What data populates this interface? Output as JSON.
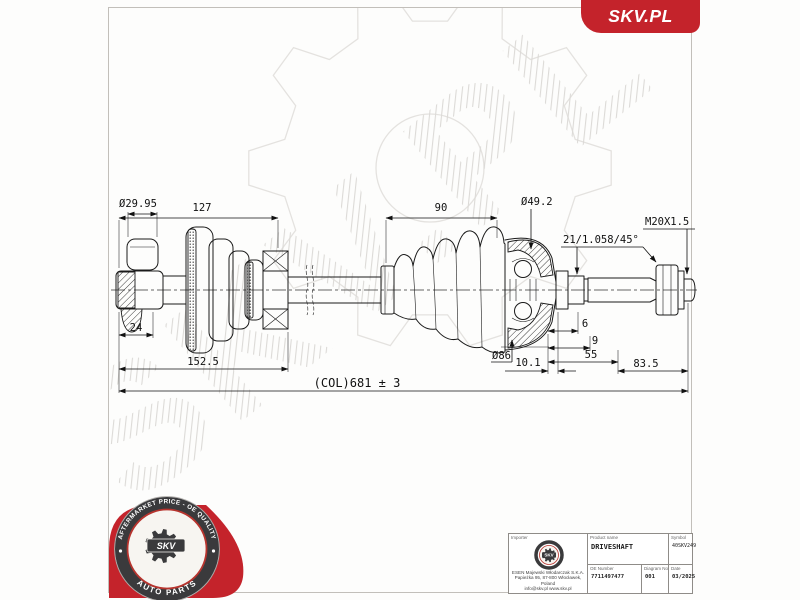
{
  "brand": {
    "badge_text": "SKV.PL"
  },
  "watermark": {
    "text": "SKV.PL"
  },
  "diagram": {
    "part": "driveshaft technical drawing",
    "dimensions": {
      "roller_diameter": "Ø29.95",
      "inner_boot_length": "127",
      "outer_boot_length": "90",
      "joint_diameter": "Ø49.2",
      "thread_spec": "M20X1.5",
      "spline_spec": "21/1.058/45°",
      "stub_length": "24",
      "inner_section_length": "152.5",
      "bell_diameter": "Ø86",
      "gap_length": "10.1",
      "offset_a": "6",
      "offset_b": "9",
      "offset_c": "55",
      "offset_d": "83.5",
      "overall_length": "(COL)681 ± 3"
    }
  },
  "stamp": {
    "arc_top": "AFTERMARKET PRICE - OE QUALITY",
    "arc_bottom": "AUTO PARTS",
    "center": "SKV"
  },
  "title_block": {
    "importer_label": "Importer",
    "address_line1": "ESEN Majewski Włodarczak S.K.A.",
    "address_line2": "Papieżka 95, 87-800 Włocławek, Poland",
    "address_line3": "info@skv.pl  www.skv.pl",
    "product_name_label": "Product name",
    "product_name": "DRIVESHAFT",
    "symbol_label": "Symbol",
    "symbol": "40SKV249",
    "oe_number_label": "OE Number",
    "oe_number": "7711497477",
    "diagram_no_label": "Diagram No",
    "diagram_no": "001",
    "date_label": "Date",
    "date": "03/2025",
    "mini_logo_text": "SKV"
  },
  "colors": {
    "brand_red": "#c4232b",
    "ring_dark": "#3a3a3c",
    "drawing_line": "#1a1a1a",
    "watermark_gray": "#e2e0dd"
  }
}
